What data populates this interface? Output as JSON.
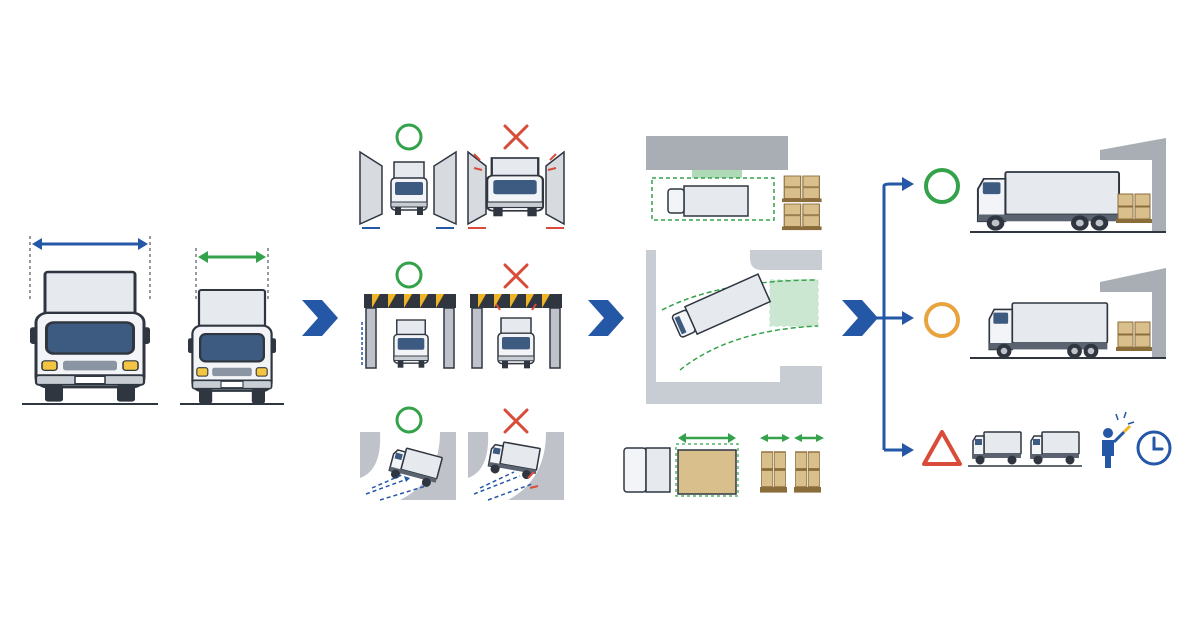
{
  "colors": {
    "truck_body": "#e6e9ee",
    "truck_cab_light": "#f2f4f7",
    "outline": "#2f3640",
    "windshield": "#3d5a80",
    "blue_accent": "#2557a7",
    "green_accent": "#34a24a",
    "orange_accent": "#e8a33c",
    "red_accent": "#d94c3a",
    "gray_structure": "#bfc3c9",
    "hazard_yellow": "#f0b429",
    "cargo": "#d9bf8c"
  },
  "stages": [
    {
      "id": "truck-width-comparison",
      "items": [
        "wide-truck",
        "narrow-truck"
      ]
    },
    {
      "id": "access-checks",
      "checks": [
        {
          "name": "side-clearance",
          "ok_mark": "circle",
          "ng_mark": "cross"
        },
        {
          "name": "height-clearance",
          "ok_mark": "circle",
          "ng_mark": "cross"
        },
        {
          "name": "slope-turn",
          "ok_mark": "circle",
          "ng_mark": "cross"
        }
      ]
    },
    {
      "id": "site-layout",
      "panels": [
        "dock-parking",
        "turning-space",
        "cargo-space"
      ]
    },
    {
      "id": "evaluation",
      "results": [
        {
          "mark": "circle",
          "mark_color": "green",
          "scene": "large-truck-at-dock"
        },
        {
          "mark": "circle",
          "mark_color": "orange",
          "scene": "medium-truck-at-dock"
        },
        {
          "mark": "triangle",
          "mark_color": "red",
          "scene": "two-small-trucks-with-guide-and-time"
        }
      ]
    }
  ],
  "icons": [
    "circle-ok-icon",
    "cross-ng-icon",
    "triangle-warning-icon",
    "clock-icon",
    "guide-person-icon",
    "arrow-right-icon"
  ]
}
